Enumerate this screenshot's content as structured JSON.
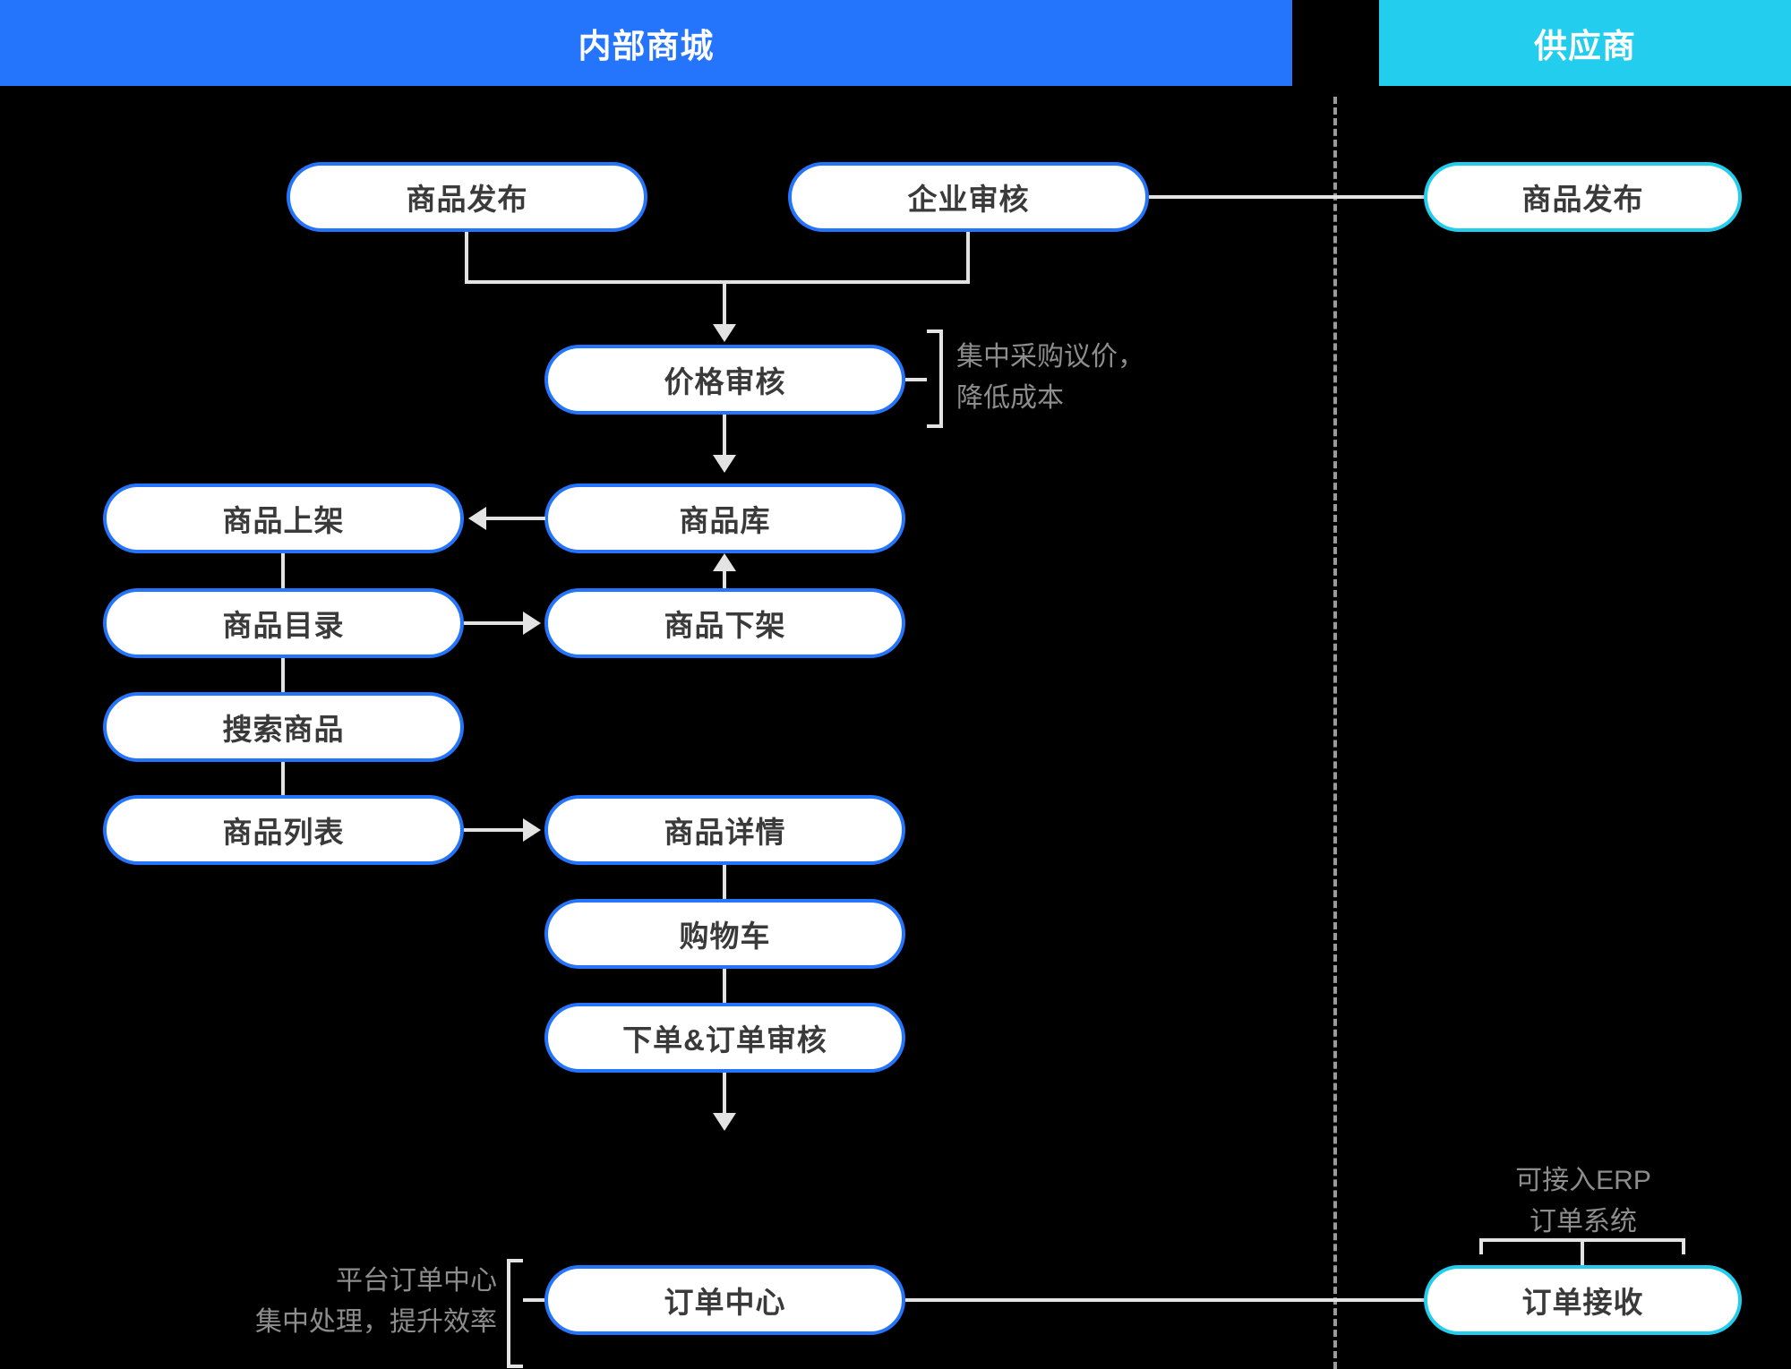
{
  "lanes": {
    "internal": {
      "title": "内部商城",
      "color": "#2575FC"
    },
    "supplier": {
      "title": "供应商",
      "color": "#22CDEE"
    }
  },
  "nodes": {
    "product_publish": "商品发布",
    "enterprise_review": "企业审核",
    "price_review": "价格审核",
    "product_listing": "商品上架",
    "product_library": "商品库",
    "product_catalog": "商品目录",
    "product_delist": "商品下架",
    "search_product": "搜索商品",
    "product_list": "商品列表",
    "product_detail": "商品详情",
    "shopping_cart": "购物车",
    "place_order_review": "下单&订单审核",
    "order_center": "订单中心",
    "supplier_publish": "商品发布",
    "order_receive": "订单接收"
  },
  "annotations": {
    "price_note": "集中采购议价，\n降低成本",
    "order_center_note": "平台订单中心\n集中处理，提升效率",
    "erp_note": "可接入ERP\n订单系统"
  },
  "colors": {
    "background": "#000000",
    "node_border_internal": "#2575FC",
    "node_border_supplier": "#22CDEE",
    "node_fill": "#FFFFFF",
    "node_text": "#3A3A3A",
    "connector": "#E3E3E3",
    "annotation_text": "#8D8D8D",
    "divider": "#9A9A9A"
  }
}
